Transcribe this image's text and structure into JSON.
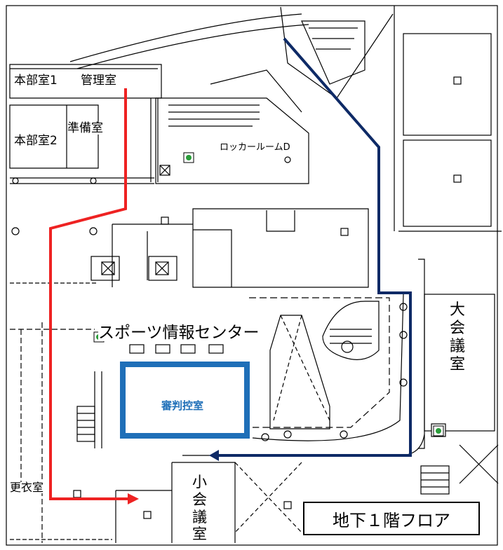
{
  "rooms": {
    "headquarters_1": "本部室1",
    "management": "管理室",
    "headquarters_2": "本部室2",
    "preparation": "準備室",
    "locker_room": "ロッカールームD",
    "sports_info_center": "スポーツ情報センター",
    "control_room": "審判控室",
    "large_conference": [
      "大",
      "会",
      "議",
      "室"
    ],
    "small_conference": [
      "小",
      "会",
      "議",
      "室"
    ],
    "changing_room": "更衣室"
  },
  "floor_title": "地下１階フロア",
  "route_colors": {
    "red_route": "#ee2222",
    "navy_route": "#0e2a66",
    "highlight": "#1f6fb8"
  },
  "icons": [
    "wheelchair-icon",
    "elevator-icon"
  ]
}
